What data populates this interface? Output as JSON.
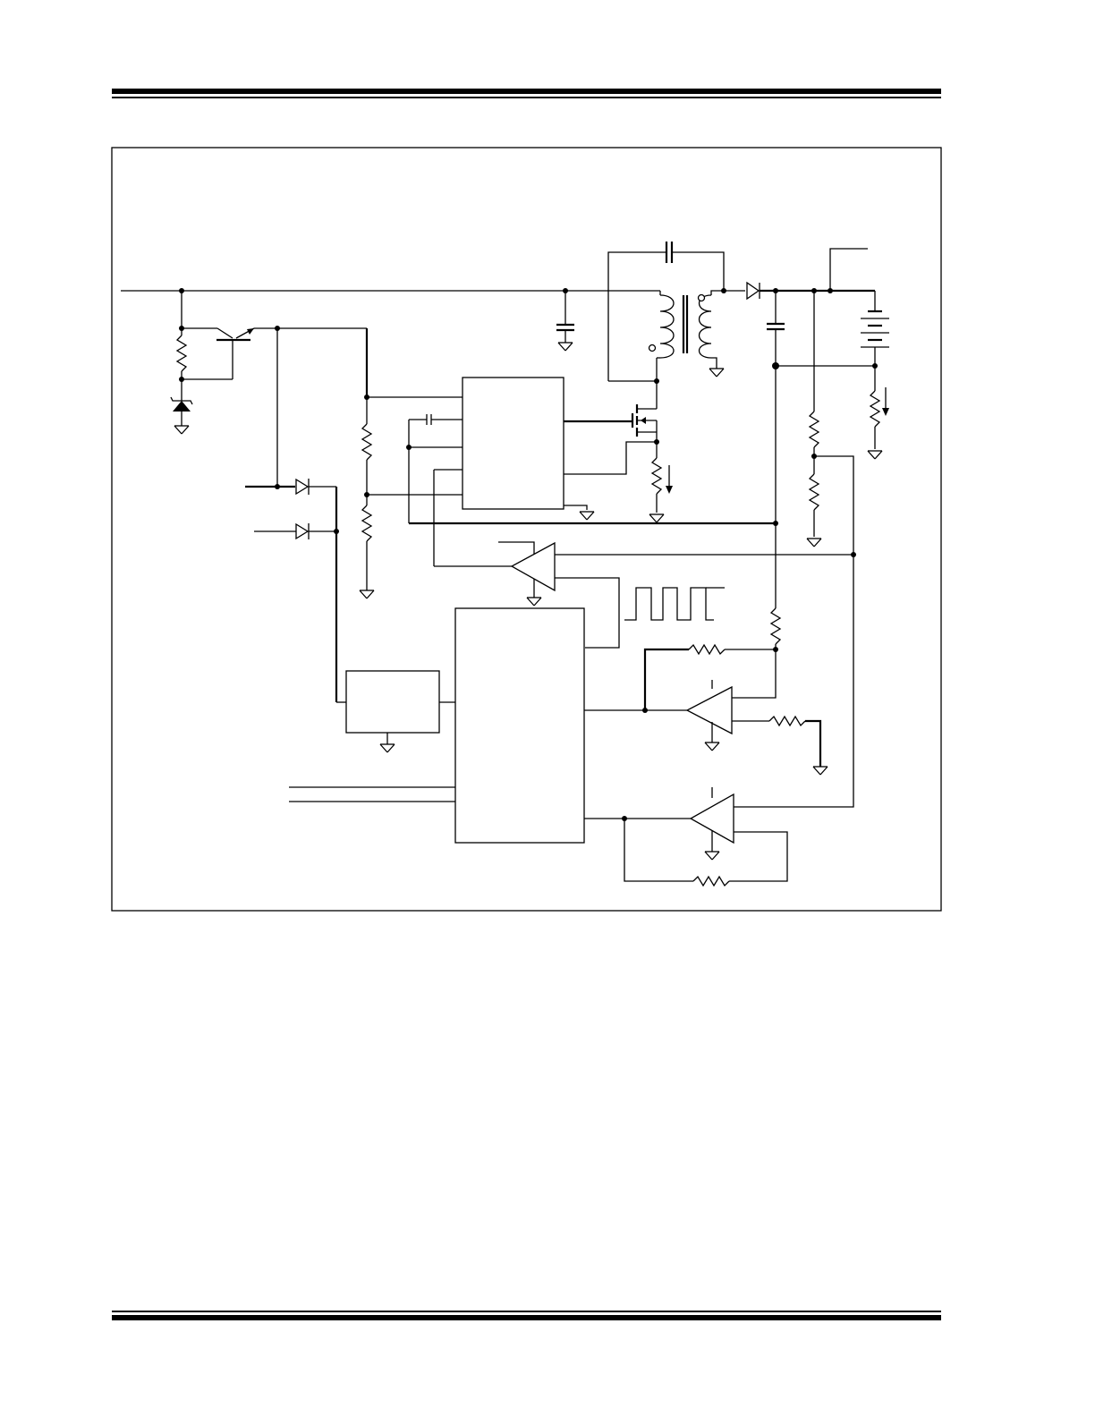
{
  "page": {},
  "figure": {
    "components": {
      "control_ic": "pwm-controller",
      "mcu": "microcontroller",
      "regulator": "regulator-block",
      "amplifiers": [
        "error-amplifier",
        "current-sense-amplifier",
        "voltage-sense-amplifier"
      ],
      "switch": "mosfet",
      "magnetic": "flyback-transformer",
      "storage": "battery"
    },
    "colors": {
      "line": "#000000",
      "background": "#ffffff"
    }
  }
}
